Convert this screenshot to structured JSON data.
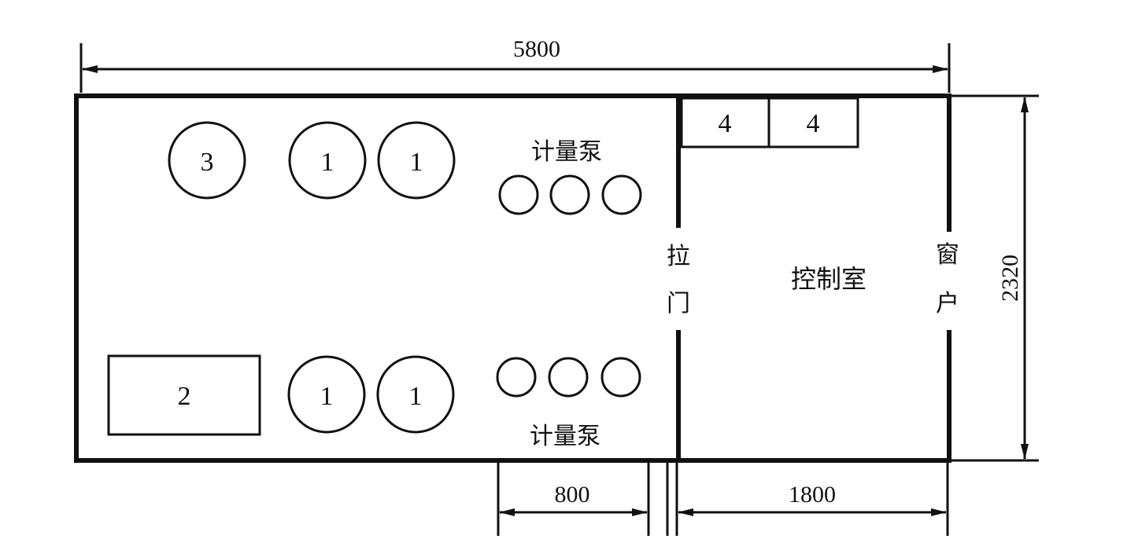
{
  "dimensions": {
    "total_width": "5800",
    "height": "2320",
    "pump_gap": "800",
    "control_room_width": "1800"
  },
  "labels": {
    "tank_large_1": "3",
    "tank_1a": "1",
    "tank_1b": "1",
    "tank_1c": "1",
    "tank_1d": "1",
    "equipment_2": "2",
    "cabinet_4a": "4",
    "cabinet_4b": "4",
    "metering_pump_top": "计量泵",
    "metering_pump_bottom": "计量泵",
    "sliding_door_char1": "拉",
    "sliding_door_char2": "门",
    "control_room": "控制室",
    "window_char1": "窗",
    "window_char2": "户"
  }
}
